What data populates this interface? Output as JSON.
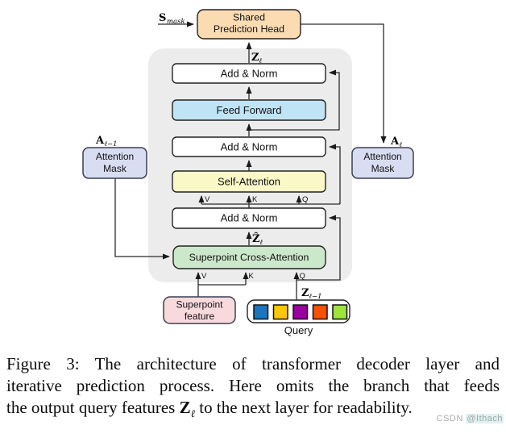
{
  "diagram": {
    "container_fill": "#ececec",
    "boxes": {
      "shared_prediction_head": {
        "line1": "Shared",
        "line2": "Prediction Head",
        "fill": "#fbdcb2"
      },
      "add_norm_1": {
        "label": "Add & Norm",
        "fill": "#ffffff"
      },
      "feed_forward": {
        "label": "Feed Forward",
        "fill": "#bfe4f5"
      },
      "add_norm_2": {
        "label": "Add & Norm",
        "fill": "#ffffff"
      },
      "self_attention": {
        "label": "Self-Attention",
        "fill": "#fbf8c8"
      },
      "add_norm_3": {
        "label": "Add & Norm",
        "fill": "#ffffff"
      },
      "superpoint_cross_attention": {
        "label": "Superpoint Cross-Attention",
        "fill": "#cbe8ca"
      },
      "attention_mask_left": {
        "line1": "Attention",
        "line2": "Mask",
        "fill": "#d9ddf2"
      },
      "attention_mask_right": {
        "line1": "Attention",
        "line2": "Mask",
        "fill": "#d9ddf2"
      },
      "superpoint_feature": {
        "line1": "Superpoint",
        "line2": "feature",
        "fill": "#f9dadc"
      },
      "query": {
        "label": "Query",
        "fill": "#ffffff",
        "colors": [
          "#1b76c0",
          "#fec609",
          "#9b01a0",
          "#fc4f00",
          "#9ee43b"
        ]
      }
    },
    "math_labels": {
      "s_mask": {
        "main": "S",
        "sub": "mask"
      },
      "z_out": {
        "main": "Z",
        "sub": "ℓ"
      },
      "z_hat": {
        "main": "Ẑ",
        "sub": "ℓ"
      },
      "z_prev": {
        "main": "Z",
        "sub": "ℓ−1"
      },
      "a_prev": {
        "main": "A",
        "sub": "ℓ−1"
      },
      "a_cur": {
        "main": "A",
        "sub": "ℓ"
      }
    },
    "port_labels": {
      "v": "V",
      "k": "K",
      "q": "Q"
    }
  },
  "caption": {
    "line1": "Figure 3: The architecture of transformer decoder layer and",
    "line2": "iterative prediction process. Here omits the branch that feeds",
    "line3_pre": "the output query features ",
    "math_main": "Z",
    "math_sub": "ℓ",
    "line3_post": " to the next layer for readability."
  },
  "watermark": {
    "prefix": "CSDN ",
    "handle": "@Ithach"
  }
}
